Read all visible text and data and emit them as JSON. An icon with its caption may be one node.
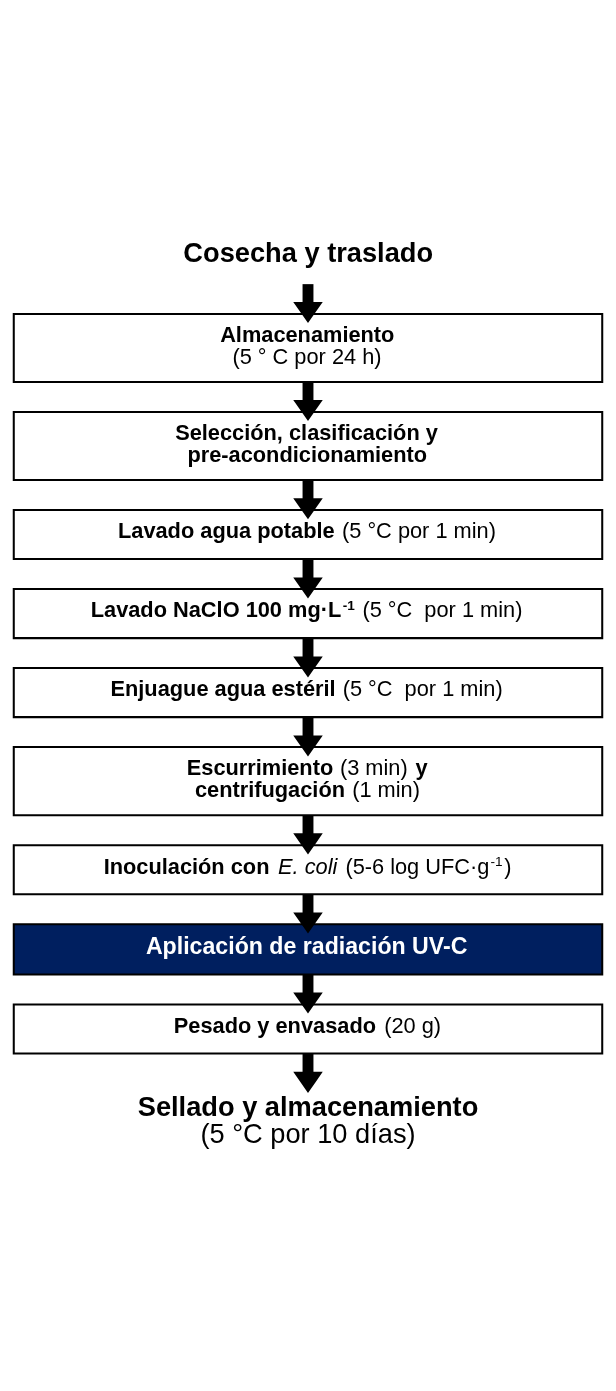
{
  "diagram": {
    "nodes": [
      {
        "text": [
          "**Cosecha y traslado**"
        ]
      },
      {
        "text": [
          "**Almacenamiento**",
          "(5 ° C por 24 h)"
        ]
      },
      {
        "text": [
          "**Selección, clasificación y pre-acondicionamiento**"
        ]
      },
      {
        "text": [
          "**Lavado agua potable** (5 °C por 1 min)"
        ]
      },
      {
        "text": [
          "**Lavado NaClO 100 mg·L$^{-1}$** (5 °C  por 1 min)"
        ]
      },
      {
        "text": [
          "**Enjuague agua estéril** (5 °C  por 1 min)"
        ]
      },
      {
        "text": [
          "**Escurrimiento** (3 min) **y centrifugación** (1 min)"
        ]
      },
      {
        "text": [
          "**Inoculación con** *E. coli* (5-6 log UFC·g$^{-1}$)"
        ]
      },
      {
        "text": [
          "**Aplicación de radiación UV-C**"
        ]
      },
      {
        "text": [
          "**Pesado y envasado** (20 g)"
        ]
      },
      {
        "text": [
          "**Sellado y almacenamiento**",
          "(5 °C por 10 días)"
        ]
      }
    ],
    "edges": [
      {
        "from": 0,
        "to": 1,
        "arrow": "to"
      },
      {
        "from": 1,
        "to": 2,
        "arrow": "to"
      },
      {
        "from": 2,
        "to": 3,
        "arrow": "to"
      },
      {
        "from": 3,
        "to": 4,
        "arrow": "to"
      },
      {
        "from": 4,
        "to": 5,
        "arrow": "to"
      },
      {
        "from": 5,
        "to": 6,
        "arrow": "to"
      },
      {
        "from": 6,
        "to": 7,
        "arrow": "to"
      },
      {
        "from": 7,
        "to": 8,
        "arrow": "to"
      },
      {
        "from": 8,
        "to": 9,
        "arrow": "to"
      },
      {
        "from": 9,
        "to": 10,
        "arrow": "to"
      }
    ]
  }
}
